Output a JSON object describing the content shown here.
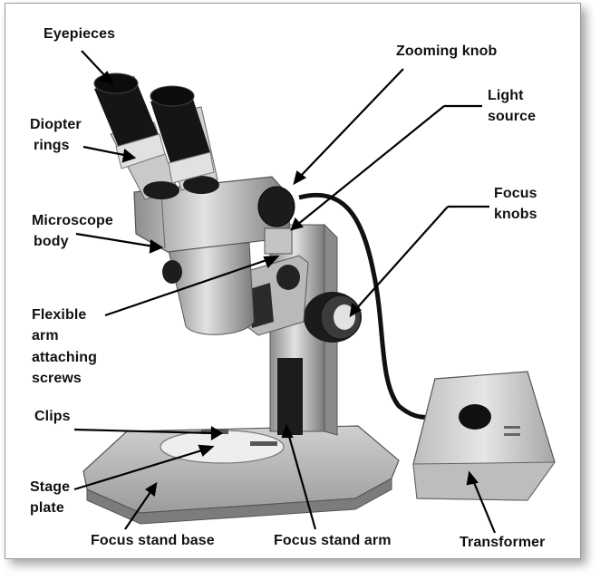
{
  "diagram": {
    "labels": {
      "eyepieces": "Eyepieces",
      "diopter_rings_1": "Diopter",
      "diopter_rings_2": "rings",
      "microscope_body_1": "Microscope",
      "microscope_body_2": "body",
      "flexible_arm_1": "Flexible",
      "flexible_arm_2": "arm",
      "flexible_arm_3": "attaching",
      "flexible_arm_4": "screws",
      "clips": "Clips",
      "stage_plate_1": "Stage",
      "stage_plate_2": "plate",
      "focus_stand_base": "Focus stand base",
      "focus_stand_arm": "Focus stand arm",
      "transformer": "Transformer",
      "zooming_knob": "Zooming knob",
      "light_source_1": "Light",
      "light_source_2": "source",
      "focus_knobs_1": "Focus",
      "focus_knobs_2": "knobs"
    },
    "colors": {
      "line": "#000000",
      "metal_light": "#d7d7d7",
      "metal_mid": "#a9a9a9",
      "metal_dark": "#6e6e6e",
      "black": "#141414"
    }
  }
}
